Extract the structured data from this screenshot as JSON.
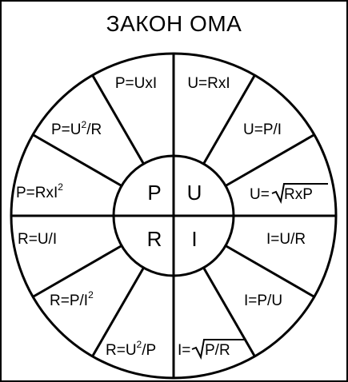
{
  "title": "ЗАКОН ОМА",
  "center": {
    "P": "P",
    "U": "U",
    "R": "R",
    "I": "I"
  },
  "formulas": {
    "p_uxi": "P=UxI",
    "u_rxi": "U=RxI",
    "p_u2r": {
      "a": "P=U",
      "b": "2",
      "c": "/R"
    },
    "u_pi": "U=P/I",
    "p_rxi2": {
      "a": "P=RxI",
      "b": "2"
    },
    "u_sqrt": {
      "a": "U=",
      "b": "RxP"
    },
    "r_ui": "R=U/I",
    "i_ur": "I=U/R",
    "r_pi2": {
      "a": "R=P/I",
      "b": "2"
    },
    "i_pu": "I=P/U",
    "r_u2p": {
      "a": "R=U",
      "b": "2",
      "c": "/P"
    },
    "i_sqrt": {
      "a": "I=",
      "b": "P/R"
    }
  }
}
